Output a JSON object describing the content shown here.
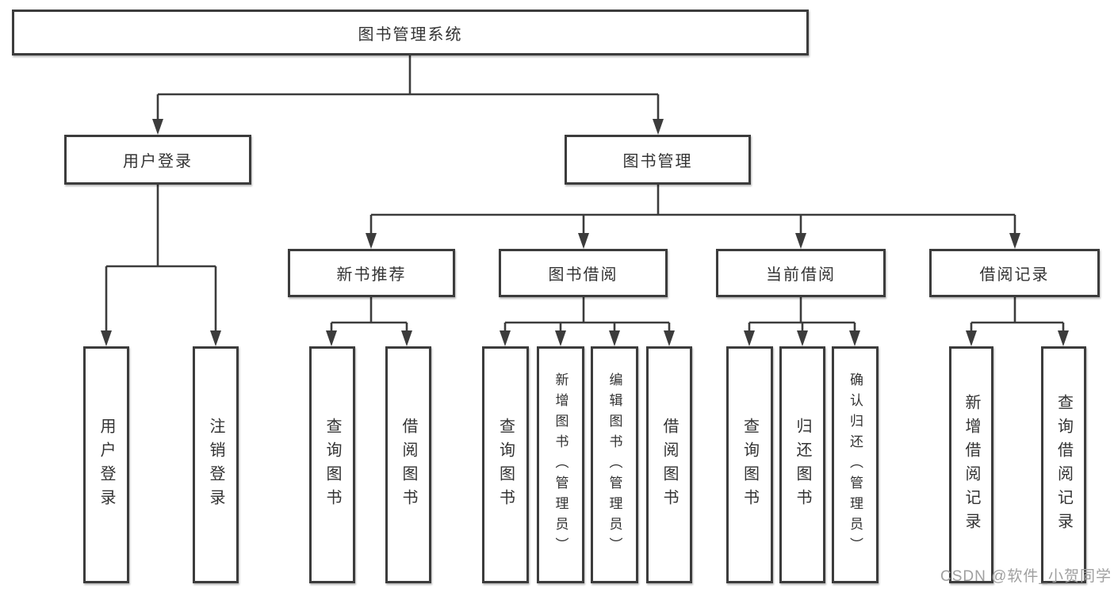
{
  "tree": {
    "root": {
      "label": "图书管理系统"
    },
    "children": [
      {
        "label": "用户登录",
        "children": [
          {
            "label": "用户登录"
          },
          {
            "label": "注销登录"
          }
        ]
      },
      {
        "label": "图书管理",
        "children": [
          {
            "label": "新书推荐",
            "children": [
              {
                "label": "查询图书"
              },
              {
                "label": "借阅图书"
              }
            ]
          },
          {
            "label": "图书借阅",
            "children": [
              {
                "label": "查询图书"
              },
              {
                "label": "新增图书（管理员）"
              },
              {
                "label": "编辑图书（管理员）"
              },
              {
                "label": "借阅图书"
              }
            ]
          },
          {
            "label": "当前借阅",
            "children": [
              {
                "label": "查询图书"
              },
              {
                "label": "归还图书"
              },
              {
                "label": "确认归还（管理员）"
              }
            ]
          },
          {
            "label": "借阅记录",
            "children": [
              {
                "label": "新增借阅记录"
              },
              {
                "label": "查询借阅记录"
              }
            ]
          }
        ]
      }
    ]
  },
  "watermark": "CSDN @软件_小贺同学",
  "colors": {
    "line": "#3c3c3c",
    "box_border": "#3c3c3c",
    "box_fill": "#ffffff",
    "text": "#333333",
    "watermark": "#a0a0a0",
    "background": "#ffffff"
  }
}
